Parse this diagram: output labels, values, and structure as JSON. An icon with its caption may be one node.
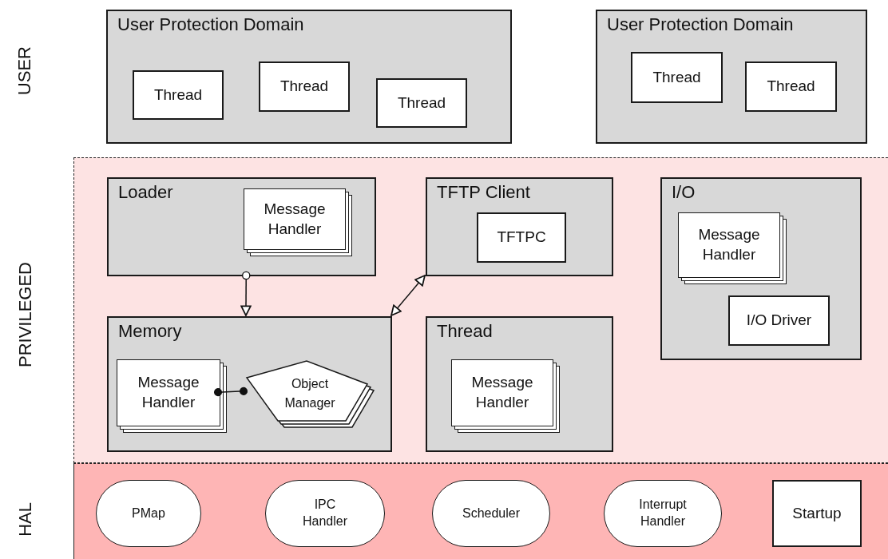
{
  "diagram": {
    "nodes": [
      {
        "text": [
          "User Protection Domain"
        ]
      },
      {
        "text": [
          "Thread"
        ],
        "in": 0
      },
      {
        "text": [
          "Thread"
        ],
        "in": 0
      },
      {
        "text": [
          "Thread"
        ],
        "in": 0
      },
      {
        "text": [
          "User Protection Domain"
        ]
      },
      {
        "text": [
          "Thread"
        ],
        "in": 4
      },
      {
        "text": [
          "Thread"
        ],
        "in": 4
      },
      {
        "text": [
          "PRIVILEGED"
        ]
      },
      {
        "text": [
          "Loader"
        ],
        "in": 7
      },
      {
        "text": [
          "Message Handler"
        ],
        "in": 8
      },
      {
        "text": [
          "TFTP Client"
        ],
        "in": 7
      },
      {
        "text": [
          "TFTPC"
        ],
        "in": 10
      },
      {
        "text": [
          "I/O"
        ],
        "in": 7
      },
      {
        "text": [
          "Message Handler"
        ],
        "in": 12
      },
      {
        "text": [
          "I/O Driver"
        ],
        "in": 12
      },
      {
        "text": [
          "Memory"
        ],
        "in": 7
      },
      {
        "text": [
          "Message Handler"
        ],
        "in": 15
      },
      {
        "text": [
          "Object Manager"
        ],
        "in": 15
      },
      {
        "text": [
          "Thread"
        ],
        "in": 7
      },
      {
        "text": [
          "Message Handler"
        ],
        "in": 18
      },
      {
        "text": [
          "HAL"
        ]
      },
      {
        "text": [
          "PMap"
        ],
        "in": 20
      },
      {
        "text": [
          "IPC Handler"
        ],
        "in": 20
      },
      {
        "text": [
          "Scheduler"
        ],
        "in": 20
      },
      {
        "text": [
          "Interrupt Handler"
        ],
        "in": 20
      },
      {
        "text": [
          "Startup"
        ],
        "in": 20
      }
    ],
    "edges": [
      {
        "from": 8,
        "to": 15,
        "arrow": "to"
      },
      {
        "from": 15,
        "to": 10,
        "arrow": "both"
      },
      {
        "from": 16,
        "to": 17,
        "arrow": "other"
      }
    ],
    "labels": [
      "USER"
    ]
  }
}
